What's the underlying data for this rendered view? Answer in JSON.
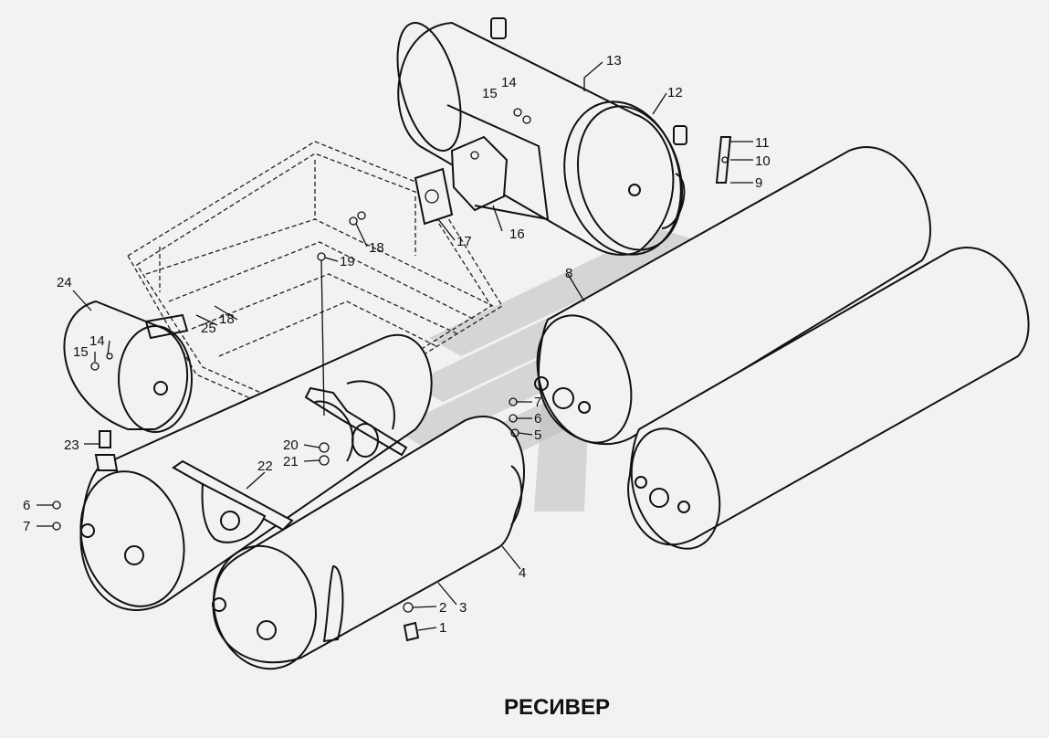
{
  "caption": "РЕСИВЕР",
  "callouts": {
    "n1": "1",
    "n2": "2",
    "n3": "3",
    "n4": "4",
    "n5": "5",
    "n6a": "6",
    "n6b": "6",
    "n7a": "7",
    "n7b": "7",
    "n8": "8",
    "n9": "9",
    "n10": "10",
    "n11": "11",
    "n12": "12",
    "n13": "13",
    "n14a": "14",
    "n14b": "14",
    "n15a": "15",
    "n15b": "15",
    "n16": "16",
    "n17": "17",
    "n18a": "18",
    "n18b": "18",
    "n19": "19",
    "n20": "20",
    "n21": "21",
    "n22": "22",
    "n23": "23",
    "n24": "24",
    "n25": "25"
  }
}
